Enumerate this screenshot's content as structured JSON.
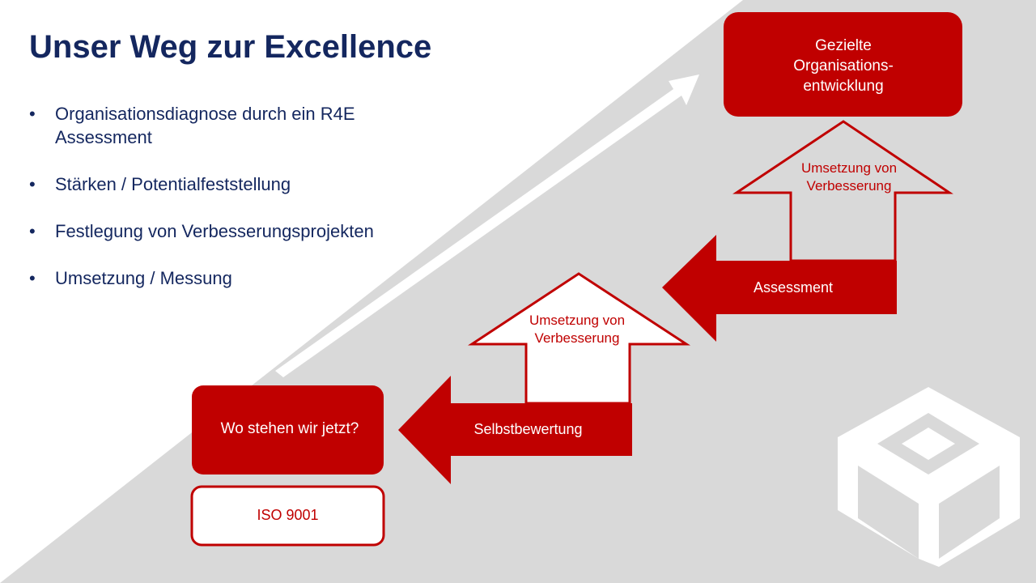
{
  "slide": {
    "title": "Unser Weg zur Excellence",
    "bullets": [
      "Organisationsdiagnose durch ein R4E Assessment",
      "Stärken / Potentialfeststellung",
      "Festlegung von Verbesserungsprojekten",
      "Umsetzung / Messung"
    ]
  },
  "diagram": {
    "start_box": "Wo stehen wir jetzt?",
    "iso_box": "ISO 9001",
    "step1_arrow": "Selbstbewertung",
    "step1_house": "Umsetzung von Verbesserung",
    "step2_arrow": "Assessment",
    "step2_house": "Umsetzung von Verbesserung",
    "goal_box": "Gezielte Organisations-entwicklung"
  },
  "colors": {
    "accent_red": "#c00000",
    "title_navy": "#14275f",
    "background_gray": "#d9d9d9"
  }
}
